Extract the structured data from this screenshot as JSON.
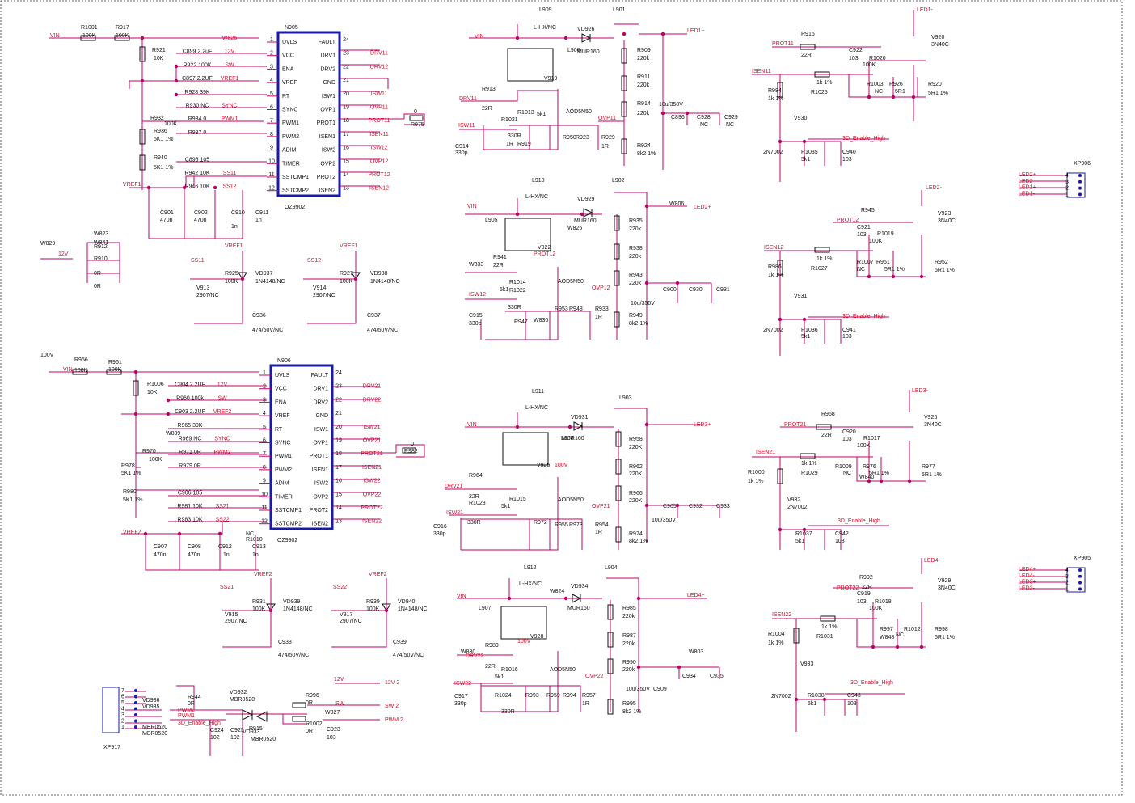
{
  "ic_blocks": [
    {
      "ref": "N905",
      "model": "OZ9902",
      "left_pins": [
        "UVLS",
        "VCC",
        "ENA",
        "VREF",
        "RT",
        "SYNC",
        "PWM1",
        "PWM2",
        "ADIM",
        "TIMER",
        "SSTCMP1",
        "SSTCMP2"
      ],
      "right_pins": [
        "FAULT",
        "DRV1",
        "DRV2",
        "GND",
        "ISW1",
        "OVP1",
        "PROT1",
        "ISEN1",
        "ISW2",
        "OVP2",
        "PROT2",
        "ISEN2"
      ],
      "left_nums": [
        "1",
        "2",
        "3",
        "4",
        "5",
        "6",
        "7",
        "8",
        "9",
        "10",
        "11",
        "12"
      ],
      "right_nums": [
        "24",
        "23",
        "22",
        "21",
        "20",
        "19",
        "18",
        "17",
        "16",
        "15",
        "14",
        "13"
      ],
      "left_nets": [
        "W826",
        "12V",
        "SW",
        "VREF1",
        "",
        "SYNC",
        "PWM1",
        "",
        "",
        "",
        "SS11",
        "SS12"
      ],
      "right_nets": [
        "",
        "DRV11",
        "DRV12",
        "",
        "ISW11",
        "OVP11",
        "PROT11",
        "ISEN11",
        "ISW12",
        "OVP12",
        "PROT12",
        "ISEN12"
      ],
      "left_parts": [
        "",
        "C899 2.2uF",
        "R922 100K",
        "C897 2.2UF",
        "R928 39K",
        "R930 NC",
        "R934 0",
        "R937 0",
        "",
        "C898 105",
        "R942 10K",
        "R946 10K"
      ]
    },
    {
      "ref": "N906",
      "model": "OZ9902",
      "left_pins": [
        "UVLS",
        "VCC",
        "ENA",
        "VREF",
        "RT",
        "SYNC",
        "PWM1",
        "PWM2",
        "ADIM",
        "TIMER",
        "SSTCMP1",
        "SSTCMP2"
      ],
      "right_pins": [
        "FAULT",
        "DRV1",
        "DRV2",
        "GND",
        "ISW1",
        "OVP1",
        "PROT1",
        "ISEN1",
        "ISW2",
        "OVP2",
        "PROT2",
        "ISEN2"
      ],
      "left_nums": [
        "1",
        "2",
        "3",
        "4",
        "5",
        "6",
        "7",
        "8",
        "9",
        "10",
        "11",
        "12"
      ],
      "right_nums": [
        "24",
        "23",
        "22",
        "21",
        "20",
        "19",
        "18",
        "17",
        "16",
        "15",
        "14",
        "13"
      ],
      "left_nets": [
        "",
        "12V",
        "SW",
        "VREF2",
        "",
        "SYNC",
        "PWM2",
        "",
        "",
        "",
        "SS21",
        "SS22"
      ],
      "right_nets": [
        "",
        "DRV21",
        "DRV22",
        "",
        "ISW21",
        "OVP21",
        "PROT21",
        "ISEN21",
        "ISW22",
        "OVP22",
        "PROT22",
        "ISEN22"
      ],
      "left_parts": [
        "",
        "C904 2.2UF",
        "R960 100k",
        "C903 2.2UF",
        "R965 39K",
        "R969 NC",
        "R971 0R",
        "R979 0R",
        "",
        "C906 105",
        "R981 10K",
        "R983 10K"
      ]
    }
  ],
  "labels": {
    "vin_a": "VIN",
    "r1001": "R1001",
    "r1001_v": "100K",
    "r917": "R917",
    "r917_v": "100K",
    "r921": "R921",
    "r921_v": "10K",
    "r932": "R932",
    "r932_v": "100K",
    "r936": "R936",
    "r936_v": "5K1 1%",
    "r940": "R940",
    "r940_v": "5K1 1%",
    "vref1_a": "VREF1",
    "c901": "C901",
    "c901_v": "470n",
    "c902": "C902",
    "c902_v": "470n",
    "c910": "C910",
    "c910_v": "1n",
    "c911": "C911",
    "c911_v": "1n",
    "w829": "W829",
    "w829_12v": "12V",
    "w823": "W823",
    "w841": "W841",
    "r912": "R912",
    "r910": "R910",
    "r910_v": "0R",
    "r912_v": "0R",
    "ss11": "SS11",
    "vref1_b": "VREF1",
    "r925": "R925",
    "r925_v": "100K",
    "vd937": "VD937",
    "vd937_v": "1N4148/NC",
    "v913": "V913",
    "v913_v": "2907/NC",
    "c936": "C936",
    "c936_v": "474/50V/NC",
    "ss12": "SS12",
    "vref1_c": "VREF1",
    "r927": "R927",
    "r927_v": "100K",
    "vd938": "VD938",
    "vd938_v": "1N4148/NC",
    "v914": "V914",
    "v914_v": "2907/NC",
    "c937": "C937",
    "c937_v": "474/50V/NC",
    "r975": "R975",
    "r975_v": "0",
    "v100": "100V",
    "vin_b": "VIN",
    "r956": "R956",
    "r956_v": "100K",
    "r961": "R961",
    "r961_v": "100K",
    "r1006": "R1006",
    "r1006_v": "10K",
    "w839": "W839",
    "r970": "R970",
    "r970_v": "100K",
    "r978": "R978",
    "r978_v": "5K1 1%",
    "r980": "R980",
    "r980_v": "5K1 1%",
    "vref2_a": "VREF2",
    "c907": "C907",
    "c907_v": "470n",
    "c908": "C908",
    "c908_v": "470n",
    "c912": "C912",
    "c912_v": "1n",
    "c913": "C913",
    "c913_v": "1n",
    "r1010": "R1010",
    "r1010_nc": "NC",
    "ss21": "SS21",
    "vref2_b": "VREF2",
    "r931": "R931",
    "r931_v": "100K",
    "vd939": "VD939",
    "vd939_v": "1N4148/NC",
    "v915": "V915",
    "v915_v": "2907/NC",
    "c938": "C938",
    "c938_v": "474/50V/NC",
    "ss22": "SS22",
    "vref2_c": "VREF2",
    "r939": "R939",
    "r939_v": "100K",
    "vd940": "VD940",
    "vd940_v": "1N4148/NC",
    "v917": "V917",
    "v917_v": "2907/NC",
    "c939": "C939",
    "c939_v": "474/50V/NC",
    "r982": "R982",
    "r982_v": "0",
    "vd936": "VD936",
    "vd935": "VD935",
    "mbr1": "MBR0520",
    "mbr2": "MBR0520",
    "r944": "R944",
    "r944_v": "0R",
    "pwm2_n": "PWM2",
    "pwm1_n": "PWM1",
    "en3d": "3D_Enable_High",
    "xp917": "XP917",
    "vd932": "VD932",
    "vd932_v": "MBR0520",
    "c924": "C924",
    "c924_v": "102",
    "c925": "C925",
    "c925_v": "102",
    "vd933": "VD933",
    "r915": "R915",
    "mbr3": "MBR0520",
    "r996": "R996",
    "r996_v": "0R",
    "r1002": "R1002",
    "r1002_v": "0R",
    "w827": "W827",
    "c923": "C923",
    "c923_v": "103",
    "sw_n": "SW",
    "sw_2": "SW  2",
    "pwm_2": "PWM  2",
    "v12": "12V",
    "v12_2": "12V  2",
    "l909": "L909",
    "l909_v": "L-HX/NC",
    "vd926": "VD926",
    "vd926_v": "MUR160",
    "l901": "L901",
    "led1p": "LED1+",
    "vin_c": "VIN",
    "l906": "L906",
    "r913": "R913",
    "r913_v": "22R",
    "drv11": "DRV11",
    "v919": "V919",
    "aod1": "AOD5N50",
    "r1013": "R1013",
    "r1013_v": "5k1",
    "r1021": "R1021",
    "r1021_v": "330R",
    "isw11": "ISW11",
    "c914": "C914",
    "c914_v": "330p",
    "r919": "R919",
    "r919_v": "1R",
    "r950": "R950",
    "r923": "R923",
    "r929": "R929",
    "r929_v": "1R",
    "r909": "R909",
    "r909_v": "220k",
    "r911": "R911",
    "r911_v": "220k",
    "r914": "R914",
    "r914_v": "220k",
    "r924": "R924",
    "r924_v": "8k2 1%",
    "c896": "C896",
    "c896_v": "10u/350V",
    "c928": "C928",
    "c929": "C929",
    "nc_a": "NC",
    "nc_b": "NC",
    "ovp11": "OVP11",
    "l910": "L910",
    "l910_v": "L-HX/NC",
    "vd929": "VD929",
    "vd929_v": "MUR160",
    "l902": "L902",
    "w806": "W806",
    "led2p": "LED2+",
    "vin_d": "VIN",
    "l905": "L905",
    "w825": "W825",
    "v922": "V922",
    "prot12": "PROT12",
    "w833": "W833",
    "r941": "R941",
    "r941_v": "22R",
    "aod2": "AOD5N50",
    "r1014": "R1014",
    "r1014_v": "5k1",
    "r1022": "R1022",
    "isw12": "ISW12",
    "c915": "C915",
    "c915_v": "330p",
    "r947": "R947",
    "w836": "W836",
    "r953": "R953",
    "r948": "R948",
    "r933": "R933",
    "r933_v": "1R",
    "r_330": "330R",
    "r935": "R935",
    "r935_v": "220k",
    "r938": "R938",
    "r938_v": "220k",
    "r943": "R943",
    "r943_v": "220k",
    "r949": "R949",
    "r949_v": "8k2 1%",
    "c900": "C900",
    "c930": "C930",
    "c931": "C931",
    "c900_v": "10u/350V",
    "ovp12": "OVP12",
    "l911": "L911",
    "l911_v": "L-HX/NC",
    "vd931": "VD931",
    "vd931_v": "MUR160",
    "l903": "L903",
    "led3p": "LED3+",
    "vin_e": "VIN",
    "l908": "L908",
    "v925": "V925",
    "v100b": "100V",
    "drv21": "DRV21",
    "r964": "R964",
    "r964_v": "22R",
    "r1023": "R1023",
    "aod3": "AOD5N50",
    "r1015": "R1015",
    "r1015_v": "5k1",
    "isw21": "ISW21",
    "c916": "C916",
    "c916_v": "330p",
    "r972": "R972",
    "r955": "R955",
    "r973": "R973",
    "r954": "R954",
    "r954_v": "1R",
    "r_330b": "330R",
    "r958": "R958",
    "r958_v": "220K",
    "r962": "R962",
    "r962_v": "220K",
    "r966": "R966",
    "r966_v": "220K",
    "r974": "R974",
    "r974_v": "8k2 1%",
    "c905": "C905",
    "c932": "C932",
    "c933": "C933",
    "c905_v": "10u/350V",
    "ovp21": "OVP21",
    "l912": "L912",
    "l912_v": "L-HX/NC",
    "vd934": "VD934",
    "vd934_v": "MUR160",
    "l904": "L904",
    "led4p": "LED4+",
    "w824": "W824",
    "vin_f": "VIN",
    "l907": "L907",
    "v928": "V928",
    "v100c": "100V",
    "w830": "W830",
    "drv22": "DRV22",
    "r989": "R989",
    "r989_v": "22R",
    "aod4": "AOD5N50",
    "r1016": "R1016",
    "r1016_v": "5k1",
    "isw22": "ISW22",
    "c917": "C917",
    "c917_v": "330p",
    "r1024": "R1024",
    "r1024_v": "330R",
    "r993": "R993",
    "r959": "R959",
    "r994": "R994",
    "r957": "R957",
    "r957_v": "1R",
    "r985": "R985",
    "r985_v": "220k",
    "r987": "R987",
    "r987_v": "220k",
    "r990": "R990",
    "r990_v": "220k",
    "r995": "R995",
    "r995_v": "8k2 1%",
    "c909": "C909",
    "c909_v": "10u/350V",
    "c934": "C934",
    "c935": "C935",
    "w803": "W803",
    "ovp22": "OVP22",
    "led1m": "LED1-",
    "prot11": "PROT11",
    "r916": "R916",
    "r916_v": "22R",
    "c922": "C922",
    "c922_v": "103",
    "r1020": "R1020",
    "r1020_v": "100K",
    "v920": "V920",
    "v920_v": "3N40C",
    "isen11": "ISEN11",
    "r1025": "R1025",
    "r1025_v": "1k 1%",
    "r1003": "R1003",
    "r1003_nc": "NC",
    "r926": "R926",
    "r926_v": "5R1",
    "r920": "R920",
    "r920_v": "5R1  1%",
    "r984": "R984",
    "r984_v": "1k 1%",
    "v930": "V930",
    "v930_v": "2N7002",
    "en3d_a": "3D_Enable_High",
    "r1035": "R1035",
    "r1035_v": "5k1",
    "c940": "C940",
    "c940_v": "103",
    "led2m": "LED2-",
    "prot12b": "PROT12",
    "r945": "R945",
    "c921": "C921",
    "c921_v": "103",
    "r1019": "R1019",
    "r1019_v": "100K",
    "v923": "V923",
    "v923_v": "3N40C",
    "isen12": "ISEN12",
    "r1027": "R1027",
    "r1027_v": "1k 1%",
    "r1007": "R1007",
    "r1007_nc": "NC",
    "r951": "R951",
    "r951_v": "5R1 1%",
    "r952": "R952",
    "r952_v": "5R1  1%",
    "r986": "R986",
    "r986_v": "1k 1%",
    "v931": "V931",
    "v931_v": "2N7002",
    "en3d_b": "3D_Enable_High",
    "r1036": "R1036",
    "r1036_v": "5k1",
    "c941": "C941",
    "c941_v": "103",
    "led3m": "LED3-",
    "prot21": "PROT21",
    "r968": "R968",
    "r968_v": "22R",
    "c920": "C920",
    "c920_v": "103",
    "r1017": "R1017",
    "r1017_v": "100K",
    "v926": "V926",
    "v926_v": "3N40C",
    "isen21": "ISEN21",
    "r1029": "R1029",
    "r1029_v": "1k 1%",
    "r1009": "R1009",
    "r1009_nc": "NC",
    "r976": "R976",
    "r976_v": "5R1 1%",
    "r977": "R977",
    "r977_v": "5R1  1%",
    "r1000": "R1000",
    "r1000_v": "1k 1%",
    "w840": "W840",
    "v932": "V932",
    "v932_v": "2N7002",
    "en3d_c": "3D_Enable_High",
    "r1037": "R1037",
    "r1037_v": "5k1",
    "c942": "C942",
    "c942_v": "103",
    "led4m": "LED4-",
    "prot22": "PROT22",
    "r992": "R992",
    "r992_v": "22R",
    "c919": "C919",
    "c919_v": "103",
    "r1018": "R1018",
    "r1018_v": "100K",
    "v929": "V929",
    "v929_v": "3N40C",
    "isen22": "ISEN22",
    "r1031": "R1031",
    "r1031_v": "1k 1%",
    "r997": "R997",
    "r1012": "R1012",
    "r1012_nc": "NC",
    "r998": "R998",
    "r998_v": "5R1  1%",
    "r1004": "R1004",
    "r1004_v": "1k 1%",
    "w848": "W848",
    "v933": "V933",
    "v933_v": "2N7002",
    "en3d_d": "3D_Enable_High",
    "r1038": "R1038",
    "r1038_v": "5k1",
    "c943": "C943",
    "c943_v": "103",
    "xp906": "XP906",
    "xp905": "XP905"
  },
  "connector_xp906": {
    "pins": [
      "LED2+",
      "LED2-",
      "LED1+",
      "LED1-"
    ],
    "nums": [
      "4",
      "3",
      "2",
      "1"
    ]
  },
  "connector_xp905": {
    "pins": [
      "LED4+",
      "LED4-",
      "LED3+",
      "LED3-"
    ],
    "nums": [
      "4",
      "3",
      "2",
      "1"
    ]
  },
  "connector_xp917": {
    "nums": [
      "7",
      "6",
      "5",
      "4",
      "3",
      "2",
      "1"
    ]
  }
}
